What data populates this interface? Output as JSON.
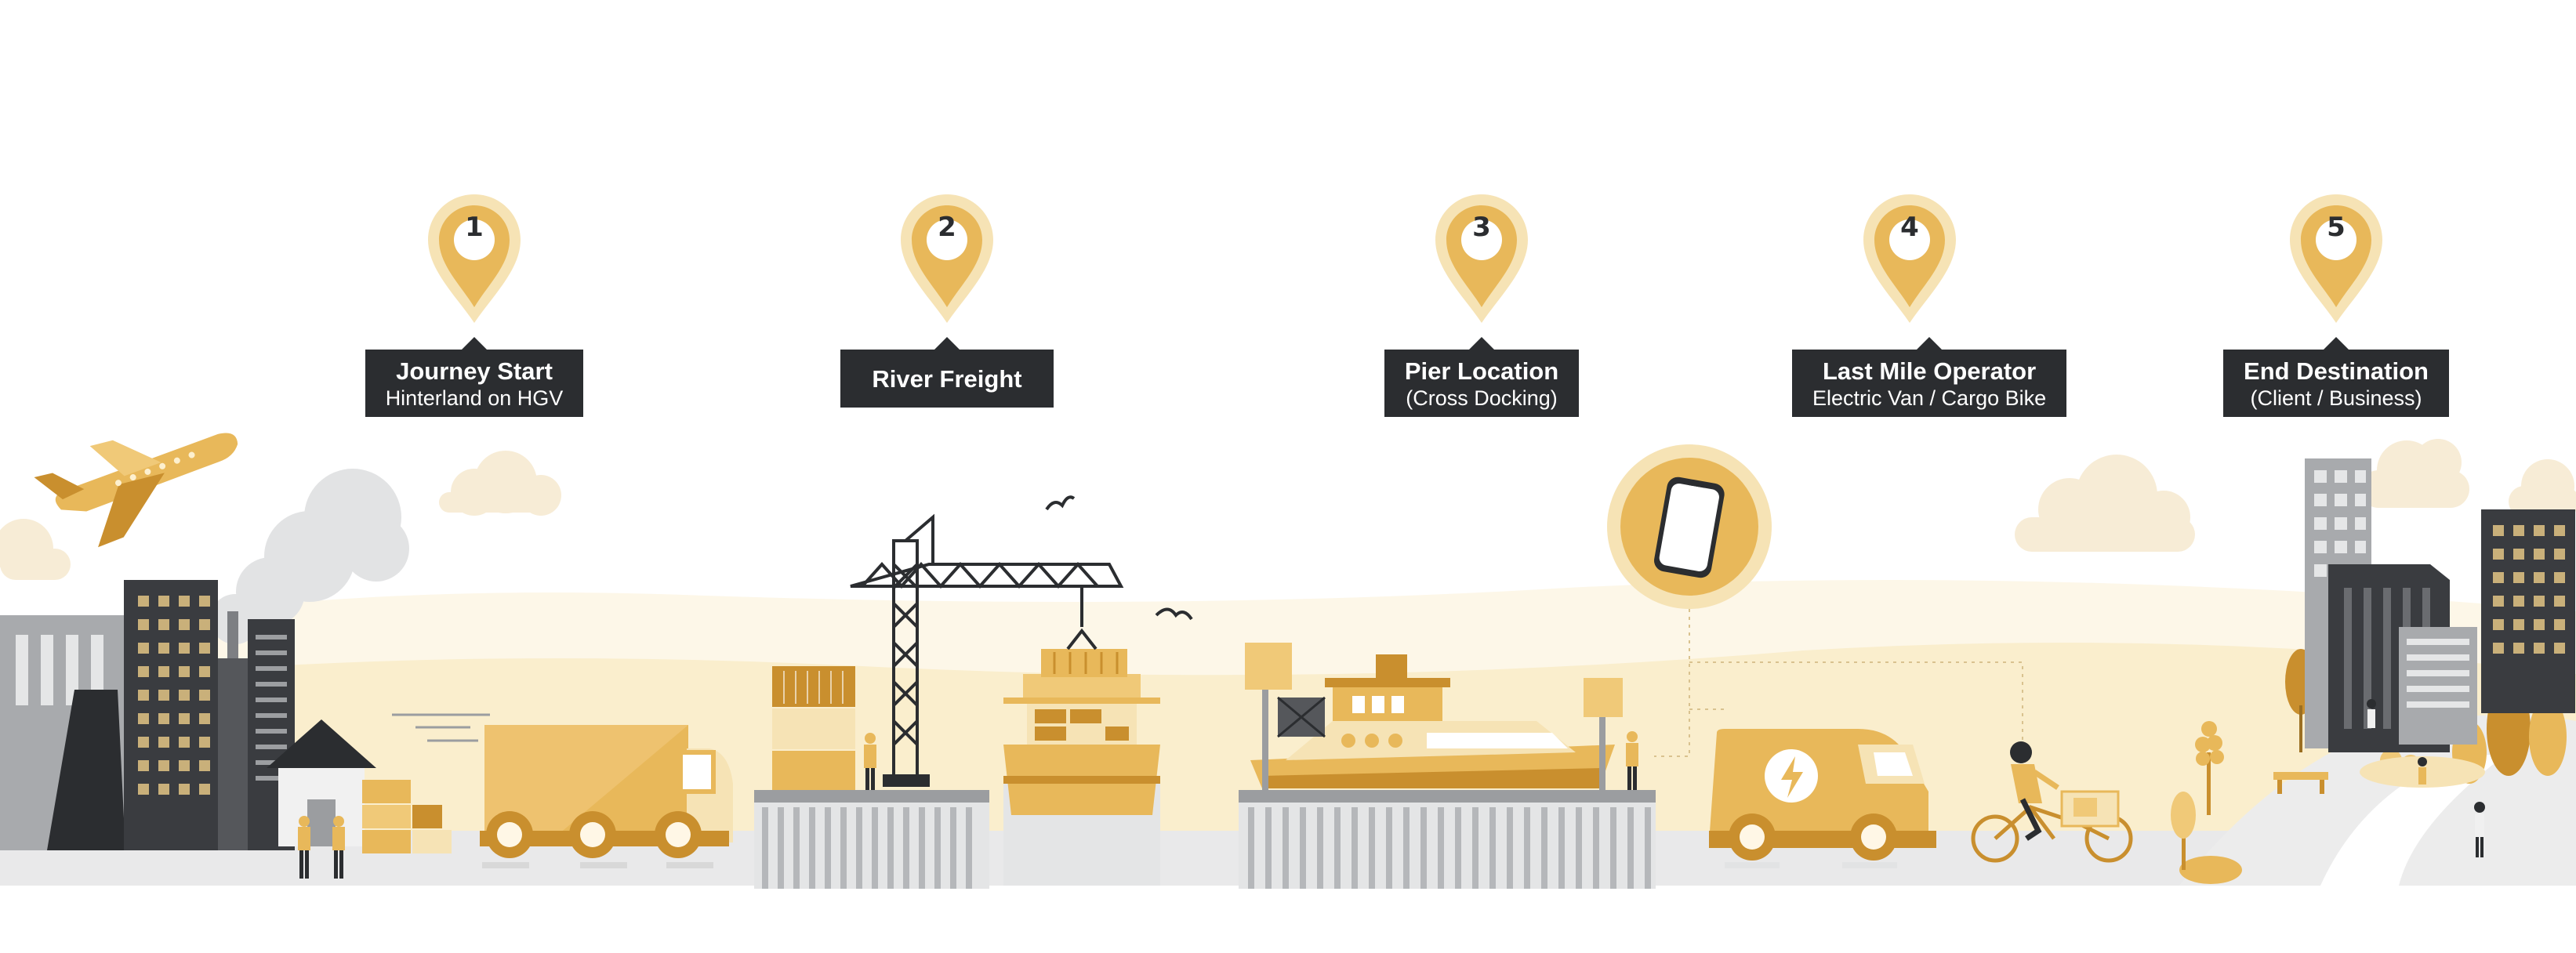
{
  "colors": {
    "gold": "#e8b85a",
    "gold_light": "#f6e3b5",
    "gold_dark": "#c98f2e",
    "dark": "#2b2d30",
    "gray": "#9b9da0",
    "light_gray": "#e6e7e8",
    "cream": "#fbf2dc"
  },
  "stages": [
    {
      "number": "1",
      "title": "Journey Start",
      "subtitle": "Hinterland on HGV",
      "icon": "map-pin-icon"
    },
    {
      "number": "2",
      "title": "River Freight",
      "subtitle": "",
      "icon": "map-pin-icon"
    },
    {
      "number": "3",
      "title": "Pier Location",
      "subtitle": "(Cross Docking)",
      "icon": "map-pin-icon"
    },
    {
      "number": "4",
      "title": "Last Mile Operator",
      "subtitle": "Electric Van / Cargo Bike",
      "icon": "map-pin-icon"
    },
    {
      "number": "5",
      "title": "End Destination",
      "subtitle": "(Client / Business)",
      "icon": "map-pin-icon"
    }
  ],
  "illustrations": [
    "airplane-icon",
    "factory-icon",
    "hgv-truck-icon",
    "crane-icon",
    "container-ship-icon",
    "barge-icon",
    "smartphone-icon",
    "electric-van-icon",
    "cargo-bike-icon",
    "office-buildings-icon"
  ]
}
